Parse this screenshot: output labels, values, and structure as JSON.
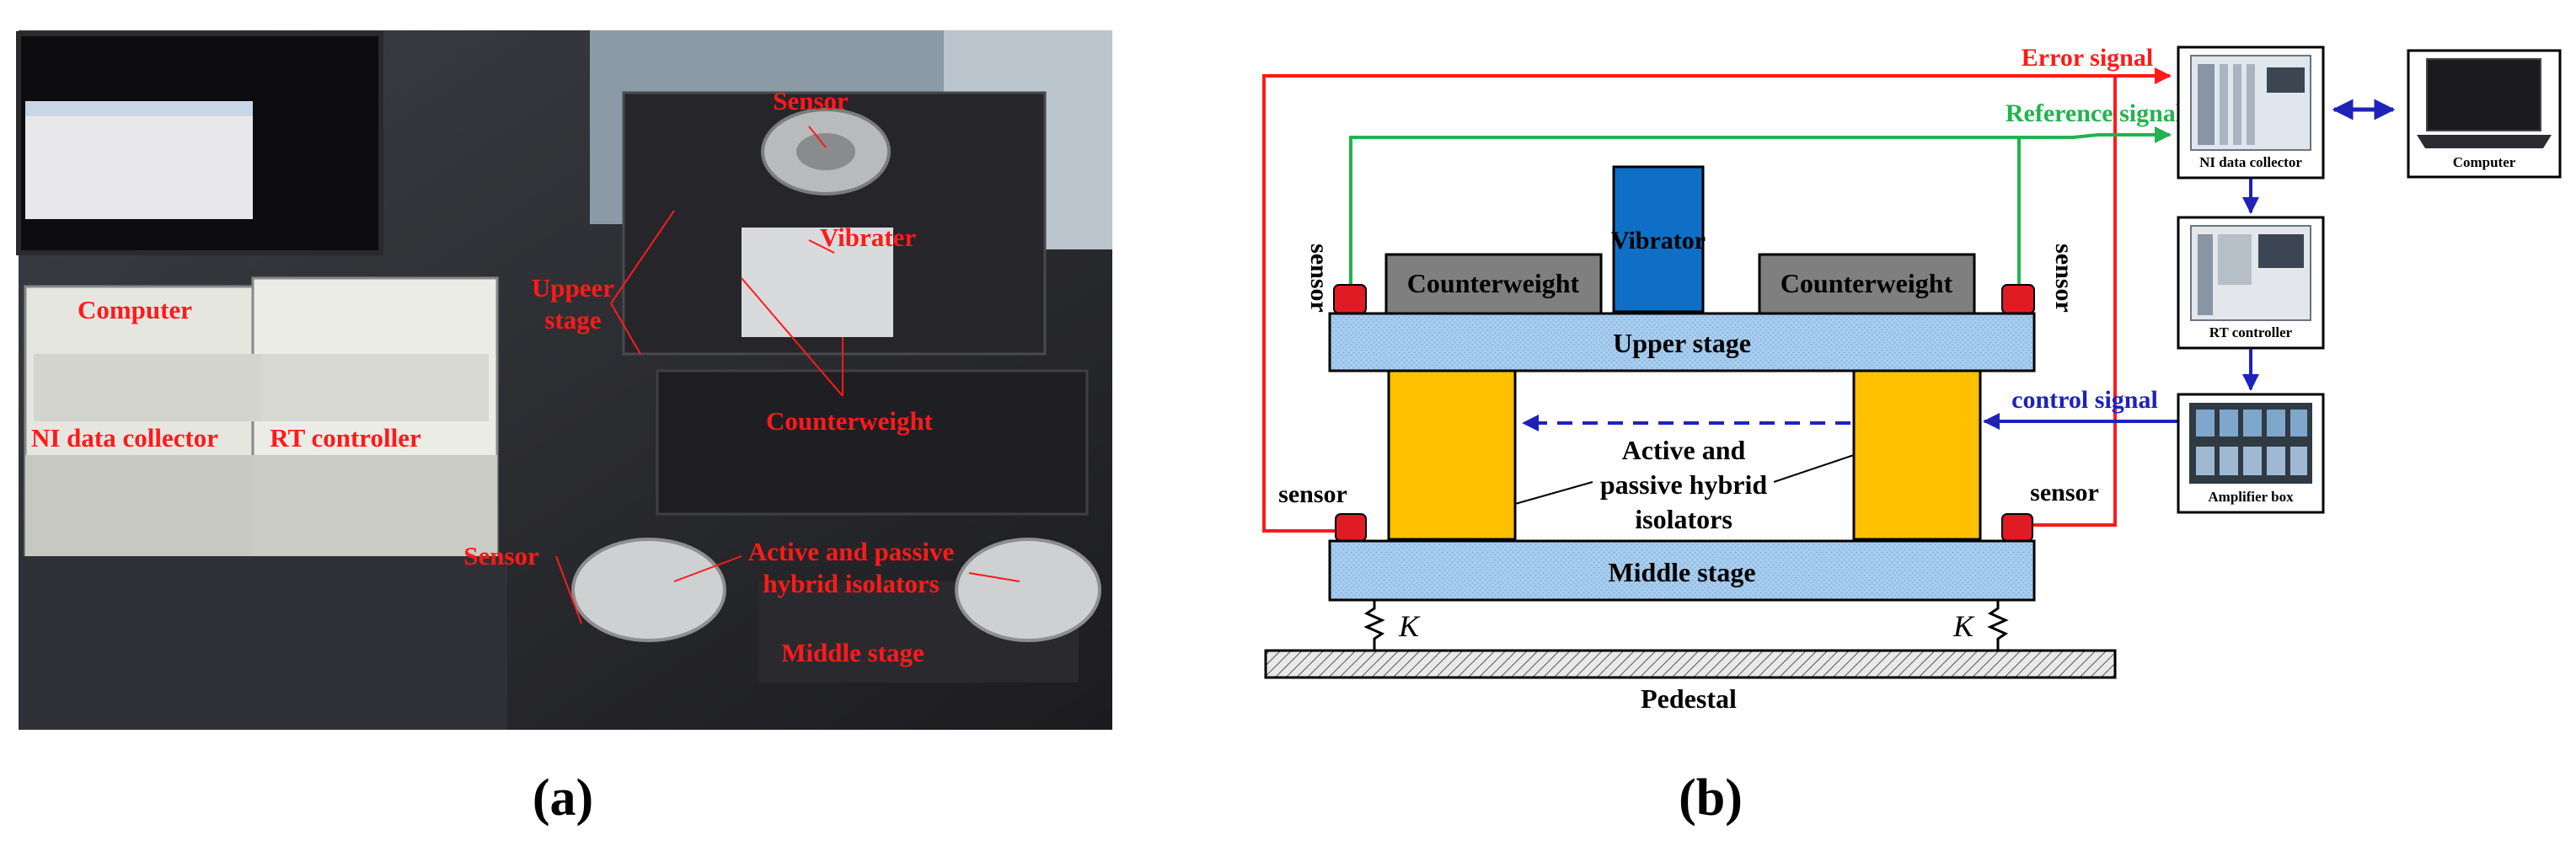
{
  "panel_a": {
    "caption": "(a)",
    "labels": {
      "computer": "Computer",
      "ni_data_collector": "NI data collector",
      "rt_controller": "RT controller",
      "sensor_top": "Sensor",
      "vibrator": "Vibrater",
      "upper_stage_1": "Uppeer",
      "upper_stage_2": "stage",
      "counterweight": "Counterweight",
      "hybrid_isolators_1": "Active and passive",
      "hybrid_isolators_2": "hybrid isolators",
      "sensor_left": "Sensor",
      "middle_stage": "Middle stage"
    }
  },
  "panel_b": {
    "caption": "(b)",
    "signals": {
      "error": "Error signal",
      "reference": "Reference signal",
      "control": "control signal"
    },
    "blocks": {
      "vibrator": "Vibrator",
      "counterweight_left": "Counterweight",
      "counterweight_right": "Counterweight",
      "upper_stage": "Upper stage",
      "middle_stage": "Middle stage",
      "pedestal": "Pedestal",
      "isolators_1": "Active and",
      "isolators_2": "passive hybrid",
      "isolators_3": "isolators",
      "sensor_upper_left": "sensor",
      "sensor_upper_right": "sensor",
      "sensor_lower_left": "sensor",
      "sensor_lower_right": "sensor",
      "spring_left": "K",
      "spring_right": "K"
    },
    "devices": {
      "ni_data_collector": "NI data collector",
      "computer": "Computer",
      "rt_controller": "RT controller",
      "amplifier_box": "Amplifier box"
    }
  },
  "colors": {
    "error_signal": "#ff1a1a",
    "reference_signal": "#22b34f",
    "control_signal": "#1f22b8",
    "stage_fill": "#9fc6ea",
    "vibrator_fill": "#0f6fc6",
    "counterweight_fill": "#7f7f7f",
    "isolator_fill": "#ffc000",
    "sensor_fill": "#e01b24"
  }
}
